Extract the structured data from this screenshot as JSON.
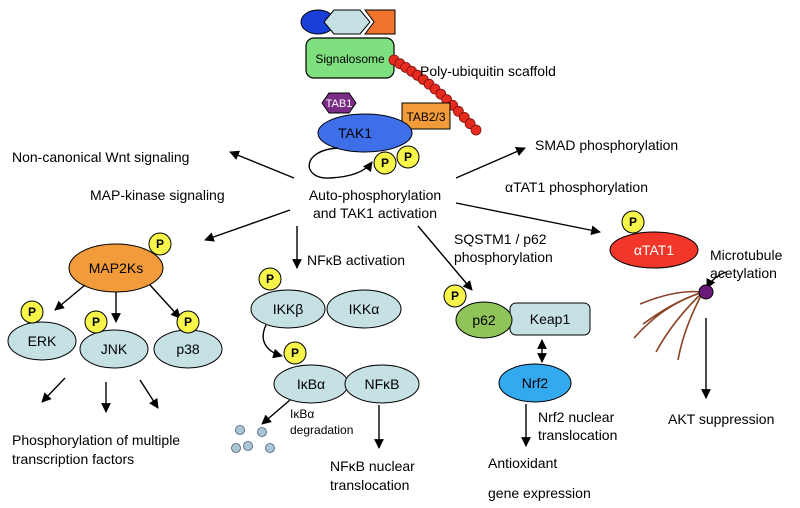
{
  "colors": {
    "signalosome": "#7fe07f",
    "tak1": "#3e6ee8",
    "tab1": "#7a2c86",
    "tab23": "#f29b3a",
    "phospho": "#f7f54a",
    "map2ks": "#f29b3a",
    "mapk": "#c6e1e4",
    "ikk": "#c6e1e4",
    "p62": "#90c45a",
    "keap1": "#c6e1e4",
    "nrf2": "#33aaf0",
    "atat1": "#f2362a",
    "ubiquitin": "#e62b1e",
    "microtubule": "#8b4226",
    "centrosome": "#6a1a7a",
    "degradation_dots": "#a7c7d6"
  },
  "signalosome": {
    "label": "Signalosome",
    "scaffold_label": "Poly-ubiquitin scaffold"
  },
  "tak1_complex": {
    "tak1": "TAK1",
    "tab1": "TAB1",
    "tab23": "TAB2/3",
    "p": "P"
  },
  "center": {
    "line1": "Auto-phosphorylation",
    "line2": "and TAK1 activation"
  },
  "outputs": {
    "wnt": "Non-canonical Wnt signaling",
    "mapk": "MAP-kinase signaling",
    "smad": "SMAD phosphorylation",
    "atat1": "αTAT1 phosphorylation"
  },
  "mapk_branch": {
    "map2ks": "MAP2Ks",
    "erk": "ERK",
    "jnk": "JNK",
    "p38": "p38",
    "p": "P",
    "result_line1": "Phosphorylation of multiple",
    "result_line2": "transcription factors"
  },
  "nfkb_branch": {
    "label": "NFκB activation",
    "ikkb": "IKKβ",
    "ikka": "IKKα",
    "ikba": "IκBα",
    "nfkb": "NFκB",
    "p": "P",
    "deg_line1": "IκBα",
    "deg_line2": "degradation",
    "result_line1": "NFκB nuclear",
    "result_line2": "translocation"
  },
  "p62_branch": {
    "label_line1": "SQSTM1 / p62",
    "label_line2": "phosphorylation",
    "p62": "p62",
    "keap1": "Keap1",
    "nrf2": "Nrf2",
    "p": "P",
    "trans_line1": "Nrf2 nuclear",
    "trans_line2": "translocation",
    "result_line1": "Antioxidant",
    "result_line2": "gene expression"
  },
  "atat1_branch": {
    "atat1": "αTAT1",
    "p": "P",
    "mt_line1": "Microtubule",
    "mt_line2": "acetylation",
    "result": "AKT suppression"
  }
}
